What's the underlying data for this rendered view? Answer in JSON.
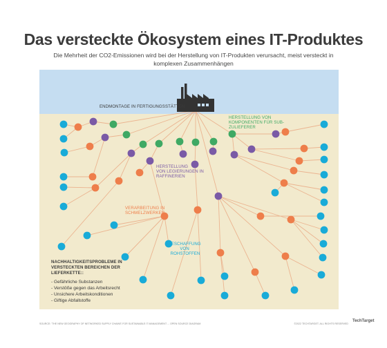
{
  "header": {
    "title": "Das versteckte Ökosystem eines IT-Produktes",
    "subtitle": "Die Mehrheit der CO2-Emissionen wird bei der Herstellung von IT-Produkten verursacht, meist versteckt in komplexen Zusammenhängen"
  },
  "colors": {
    "sky": "#c5ddf1",
    "ground": "#f2eacd",
    "line": "#ebb490",
    "factory": "#333333",
    "teal": "#19abd8",
    "orange": "#ee7e4b",
    "purple": "#7a5aa6",
    "green": "#3fa964"
  },
  "labels": {
    "endmontage": "ENDMONTAGE IN FERTIGUNGSSTÄTTEN",
    "komponenten": [
      "HERSTELLUNG VON",
      "KOMPONENTEN FÜR SUB-",
      "ZULIEFERER"
    ],
    "legierungen": [
      "HERSTELLUNG",
      "VON LEGIERUNGEN IN",
      "RAFFINERIEN"
    ],
    "schmelz": [
      "VERARBEITUNG IN",
      "SCHMELZWERKEN"
    ],
    "rohstoffe": [
      "BESCHAFFUNG",
      "VON",
      "ROHSTOFFEN"
    ]
  },
  "issues": {
    "heading": [
      "NACHHALTIGKEITSPROBLEME IN",
      "VERSTECKTEN BEREICHEN DER",
      "LIEFERKETTE::"
    ],
    "items": [
      "- Gefährliche Substanzen",
      "- Verstöße gegen das Arbeitsrecht",
      "- Unsichere Arbeitskonditionen",
      "- Giftige Abfallstoffe"
    ]
  },
  "footer": {
    "source": "SOURCE: 'THE NEW GEOGRAPHY OF NETWORKED SUPPLY CHAINS' FOR SUSTAINABLE IT MANAGEMENT ... OPEN SOURCE DIAGRAM",
    "copyright": "©2022 TECHTARGET. ALL RIGHTS RESERVED",
    "brand": "TechTarget"
  }
}
